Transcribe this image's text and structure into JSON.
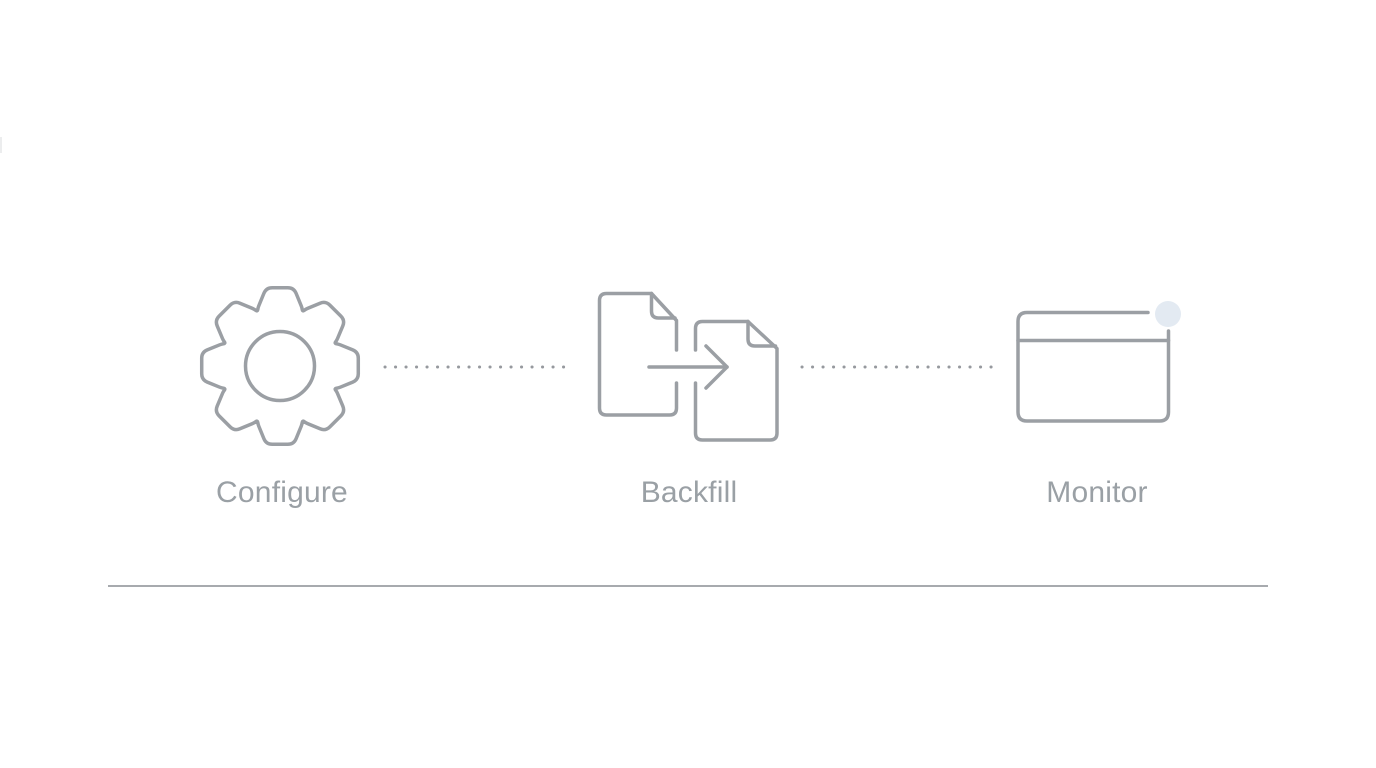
{
  "diagram": {
    "steps": [
      {
        "label": "Configure",
        "icon": "gear-icon"
      },
      {
        "label": "Backfill",
        "icon": "file-transfer-icon"
      },
      {
        "label": "Monitor",
        "icon": "browser-window-icon"
      }
    ],
    "connector_style": "dotted"
  },
  "colors": {
    "icon_stroke": "#9B9FA4",
    "label_text": "#9AA0A5",
    "connector_dots": "#96999E",
    "notification_dot": "#E3EAF2",
    "divider_rule": "#A7AAAE"
  }
}
